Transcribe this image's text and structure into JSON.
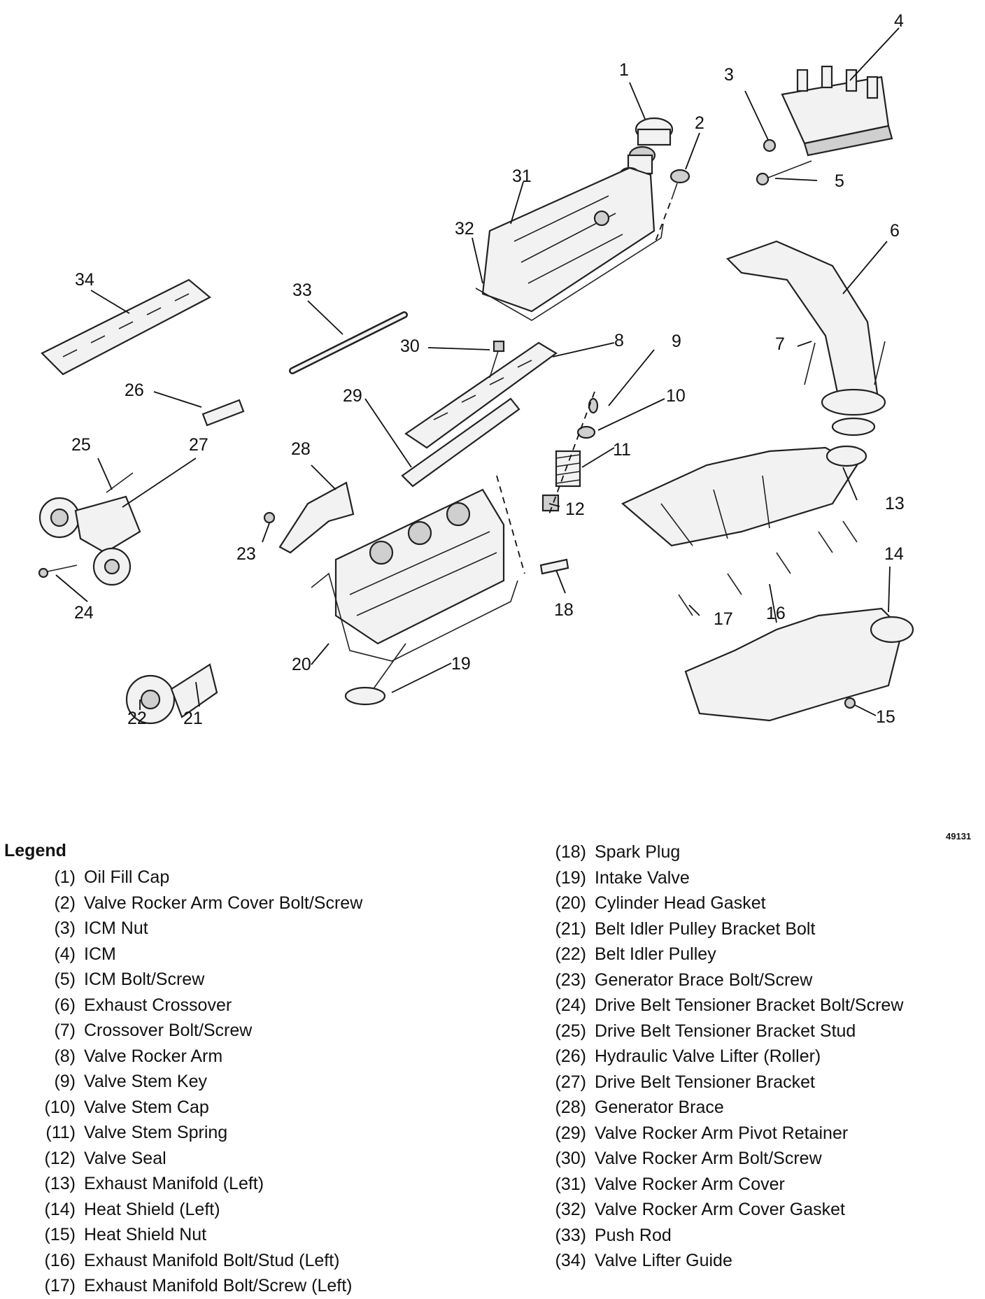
{
  "callouts": {
    "c1": "1",
    "c2": "2",
    "c3": "3",
    "c4": "4",
    "c5": "5",
    "c6": "6",
    "c7": "7",
    "c8": "8",
    "c9": "9",
    "c10": "10",
    "c11": "11",
    "c12": "12",
    "c13": "13",
    "c14": "14",
    "c15": "15",
    "c16": "16",
    "c17": "17",
    "c18": "18",
    "c19": "19",
    "c20": "20",
    "c21": "21",
    "c22": "22",
    "c23": "23",
    "c24": "24",
    "c25": "25",
    "c26": "26",
    "c27": "27",
    "c28": "28",
    "c29": "29",
    "c30": "30",
    "c31": "31",
    "c32": "32",
    "c33": "33",
    "c34": "34"
  },
  "figure_id": "49131",
  "legend": {
    "title": "Legend",
    "left": [
      {
        "num": "(1)",
        "text": "Oil Fill Cap"
      },
      {
        "num": "(2)",
        "text": "Valve Rocker Arm Cover Bolt/Screw"
      },
      {
        "num": "(3)",
        "text": "ICM Nut"
      },
      {
        "num": "(4)",
        "text": "ICM"
      },
      {
        "num": "(5)",
        "text": "ICM Bolt/Screw"
      },
      {
        "num": "(6)",
        "text": "Exhaust Crossover"
      },
      {
        "num": "(7)",
        "text": "Crossover Bolt/Screw"
      },
      {
        "num": "(8)",
        "text": "Valve Rocker Arm"
      },
      {
        "num": "(9)",
        "text": "Valve Stem Key"
      },
      {
        "num": "(10)",
        "text": "Valve Stem Cap"
      },
      {
        "num": "(11)",
        "text": "Valve Stem Spring"
      },
      {
        "num": "(12)",
        "text": "Valve Seal"
      },
      {
        "num": "(13)",
        "text": "Exhaust Manifold (Left)"
      },
      {
        "num": "(14)",
        "text": "Heat Shield (Left)"
      },
      {
        "num": "(15)",
        "text": "Heat Shield Nut"
      },
      {
        "num": "(16)",
        "text": "Exhaust Manifold Bolt/Stud (Left)"
      },
      {
        "num": "(17)",
        "text": "Exhaust Manifold Bolt/Screw (Left)"
      }
    ],
    "right": [
      {
        "num": "(18)",
        "text": "Spark Plug"
      },
      {
        "num": "(19)",
        "text": "Intake Valve"
      },
      {
        "num": "(20)",
        "text": "Cylinder Head Gasket"
      },
      {
        "num": "(21)",
        "text": "Belt Idler Pulley Bracket Bolt"
      },
      {
        "num": "(22)",
        "text": "Belt Idler Pulley"
      },
      {
        "num": "(23)",
        "text": "Generator Brace Bolt/Screw"
      },
      {
        "num": "(24)",
        "text": "Drive Belt Tensioner Bracket Bolt/Screw"
      },
      {
        "num": "(25)",
        "text": "Drive Belt Tensioner Bracket Stud"
      },
      {
        "num": "(26)",
        "text": "Hydraulic Valve Lifter (Roller)"
      },
      {
        "num": "(27)",
        "text": "Drive Belt Tensioner Bracket"
      },
      {
        "num": "(28)",
        "text": "Generator Brace"
      },
      {
        "num": "(29)",
        "text": "Valve Rocker Arm Pivot Retainer"
      },
      {
        "num": "(30)",
        "text": "Valve Rocker Arm Bolt/Screw"
      },
      {
        "num": "(31)",
        "text": "Valve Rocker Arm Cover"
      },
      {
        "num": "(32)",
        "text": "Valve Rocker Arm Cover Gasket"
      },
      {
        "num": "(33)",
        "text": "Push Rod"
      },
      {
        "num": "(34)",
        "text": "Valve Lifter Guide"
      }
    ]
  }
}
